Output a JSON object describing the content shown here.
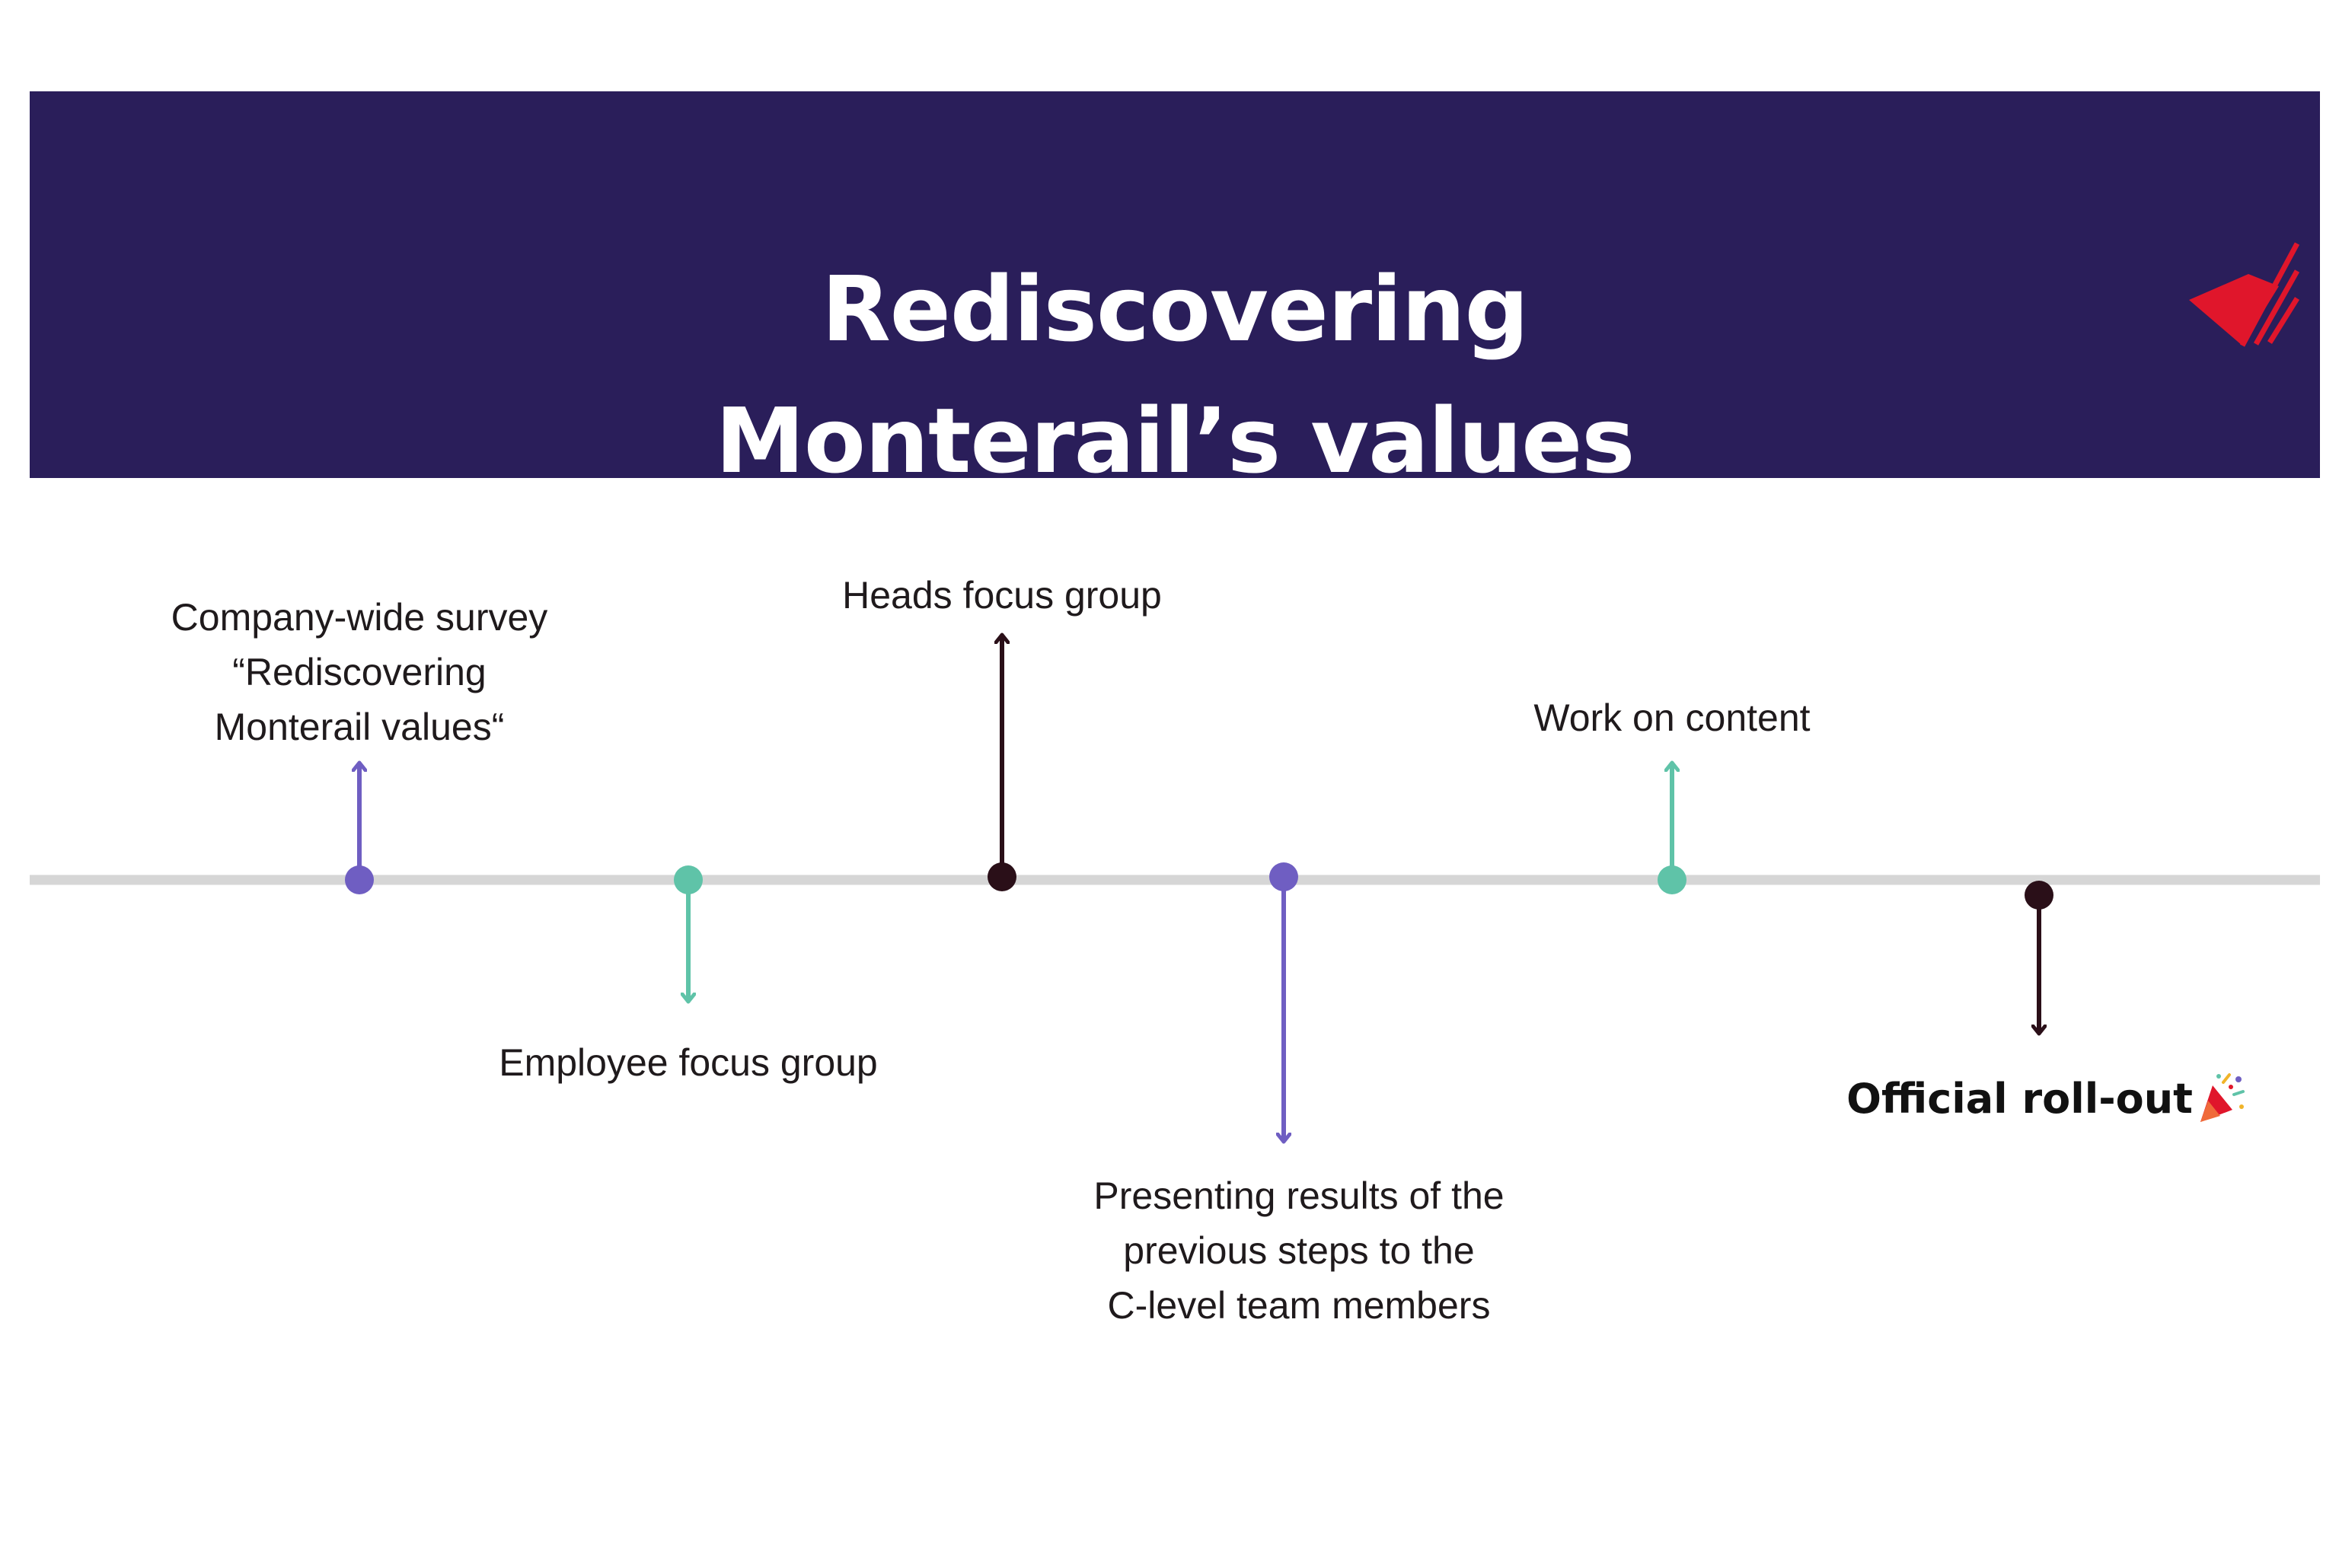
{
  "header": {
    "title_line1": "Rediscovering",
    "title_line2": "Monterail’s values",
    "logo_icon": "monterail-logo-icon"
  },
  "colors": {
    "header_bg": "#2a1e5a",
    "axis": "#d6d6d6",
    "purple": "#6f5ec2",
    "teal": "#5fc3a8",
    "dark": "#2a0f18",
    "logo_red": "#e0162b"
  },
  "milestones": [
    {
      "id": "survey",
      "line1": "Company-wide survey",
      "line2": "“Rediscovering",
      "line3": "Monterail values“",
      "color": "purple",
      "direction": "up"
    },
    {
      "id": "employee",
      "line1": "Employee focus group",
      "color": "teal",
      "direction": "down"
    },
    {
      "id": "heads",
      "line1": "Heads focus group",
      "color": "dark",
      "direction": "up"
    },
    {
      "id": "presenting",
      "line1": "Presenting results of the",
      "line2": "previous steps to the",
      "line3": "C-level team members",
      "color": "purple",
      "direction": "down"
    },
    {
      "id": "content",
      "line1": "Work on content",
      "color": "teal",
      "direction": "up"
    },
    {
      "id": "rollout",
      "line1": "Official roll-out",
      "color": "dark",
      "direction": "down",
      "icon": "party-popper-icon"
    }
  ]
}
